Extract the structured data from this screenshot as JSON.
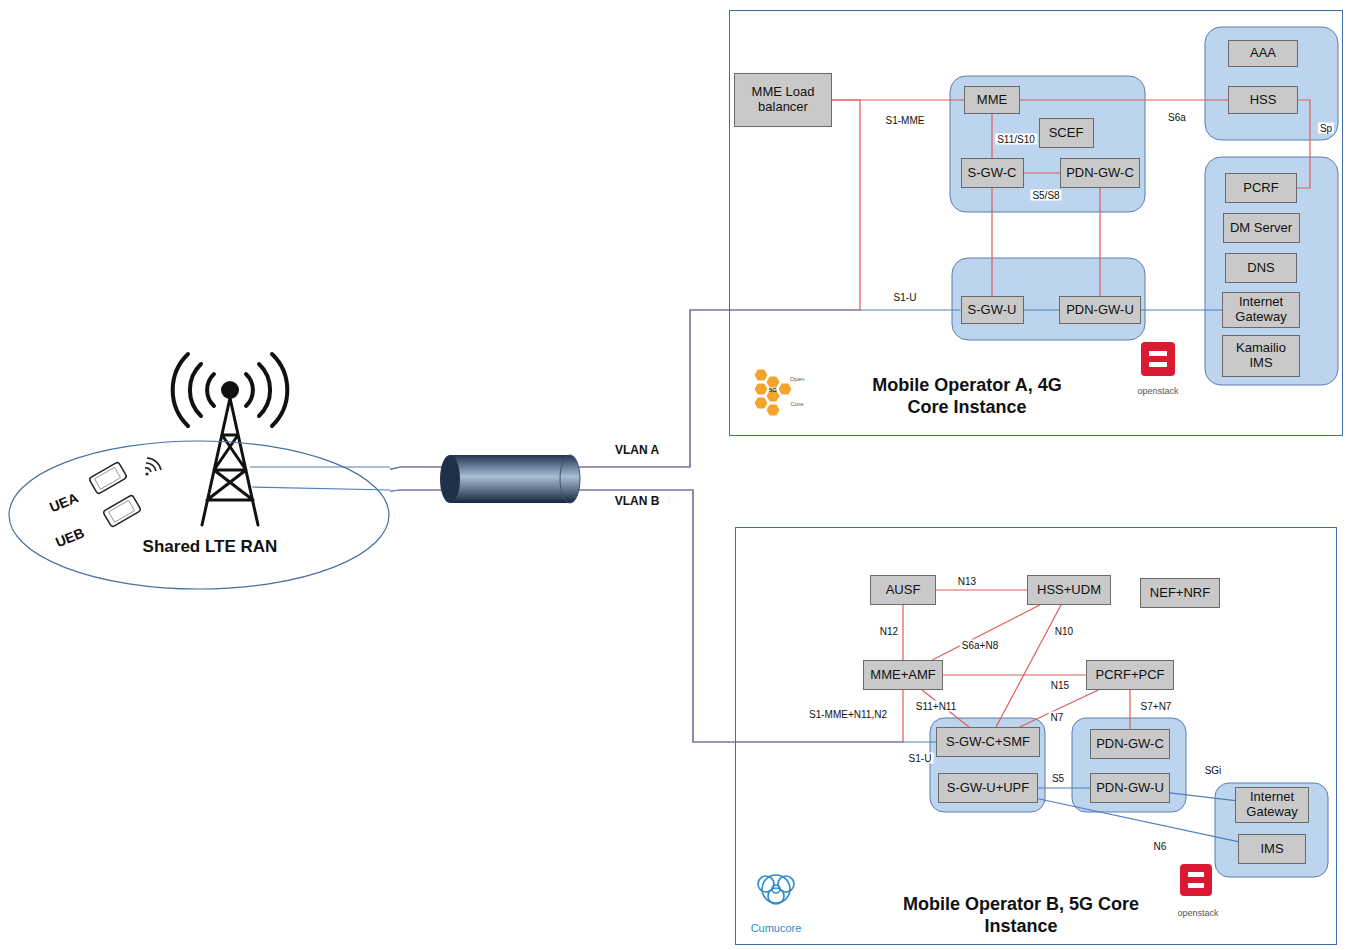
{
  "diagram": {
    "nodes": [
      {
        "text": [
          "Shared LTE RAN"
        ]
      },
      {
        "text": [
          "Mobile Operator A, 4G Core Instance"
        ]
      },
      {
        "text": [
          "MME Load balancer"
        ],
        "in": 1
      },
      {
        "text": [
          "MME"
        ],
        "in": 1
      },
      {
        "text": [
          "SCEF"
        ],
        "in": 1
      },
      {
        "text": [
          "S-GW-C"
        ],
        "in": 1
      },
      {
        "text": [
          "PDN-GW-C"
        ],
        "in": 1
      },
      {
        "text": [
          "AAA"
        ],
        "in": 1
      },
      {
        "text": [
          "HSS"
        ],
        "in": 1
      },
      {
        "text": [
          "PCRF"
        ],
        "in": 1
      },
      {
        "text": [
          "DM Server"
        ],
        "in": 1
      },
      {
        "text": [
          "DNS"
        ],
        "in": 1
      },
      {
        "text": [
          "S-GW-U"
        ],
        "in": 1
      },
      {
        "text": [
          "PDN-GW-U"
        ],
        "in": 1
      },
      {
        "text": [
          "Internet Gateway"
        ],
        "in": 1
      },
      {
        "text": [
          "Kamailio IMS"
        ],
        "in": 1
      },
      {
        "text": [
          "Mobile Operator B, 5G Core Instance"
        ]
      },
      {
        "text": [
          "AUSF"
        ],
        "in": 16
      },
      {
        "text": [
          "HSS+UDM"
        ],
        "in": 16
      },
      {
        "text": [
          "NEF+NRF"
        ],
        "in": 16
      },
      {
        "text": [
          "MME+AMF"
        ],
        "in": 16
      },
      {
        "text": [
          "PCRF+PCF"
        ],
        "in": 16
      },
      {
        "text": [
          "S-GW-C+SMF"
        ],
        "in": 16
      },
      {
        "text": [
          "PDN-GW-C"
        ],
        "in": 16
      },
      {
        "text": [
          "S-GW-U+UPF"
        ],
        "in": 16
      },
      {
        "text": [
          "PDN-GW-U"
        ],
        "in": 16
      },
      {
        "text": [
          "Internet Gateway"
        ],
        "in": 16
      },
      {
        "text": [
          "IMS"
        ],
        "in": 16
      }
    ],
    "edges": [
      {
        "from": 0,
        "to": 2,
        "arrow": "none"
      },
      {
        "from": 0,
        "to": 12,
        "label": "S1-U",
        "arrow": "none"
      },
      {
        "from": 2,
        "to": 3,
        "label": "S1-MME",
        "arrow": "none"
      },
      {
        "from": 3,
        "to": 8,
        "label": "S6a",
        "arrow": "none"
      },
      {
        "from": 3,
        "to": 5,
        "label": "S11/S10",
        "arrow": "none"
      },
      {
        "from": 5,
        "to": 6,
        "label": "S5/S8",
        "arrow": "none"
      },
      {
        "from": 5,
        "to": 12,
        "arrow": "none"
      },
      {
        "from": 6,
        "to": 13,
        "arrow": "none"
      },
      {
        "from": 12,
        "to": 13,
        "arrow": "none"
      },
      {
        "from": 13,
        "to": 14,
        "arrow": "none"
      },
      {
        "from": 8,
        "to": 9,
        "label": "Sp",
        "arrow": "none"
      },
      {
        "from": 0,
        "to": 20,
        "label": "S1-MME+N11,N2",
        "arrow": "none"
      },
      {
        "from": 0,
        "to": 22,
        "label": "S1-U",
        "arrow": "none"
      },
      {
        "from": 17,
        "to": 18,
        "label": "N13",
        "arrow": "none"
      },
      {
        "from": 17,
        "to": 20,
        "label": "N12",
        "arrow": "none"
      },
      {
        "from": 20,
        "to": 18,
        "label": "S6a+N8",
        "arrow": "none"
      },
      {
        "from": 18,
        "to": 22,
        "label": "N10",
        "arrow": "none"
      },
      {
        "from": 20,
        "to": 21,
        "label": "N15",
        "arrow": "none"
      },
      {
        "from": 20,
        "to": 22,
        "label": "S11+N11",
        "arrow": "none"
      },
      {
        "from": 21,
        "to": 22,
        "label": "N7",
        "arrow": "none"
      },
      {
        "from": 21,
        "to": 23,
        "label": "S7+N7",
        "arrow": "none"
      },
      {
        "from": 24,
        "to": 25,
        "label": "S5",
        "arrow": "none"
      },
      {
        "from": 25,
        "to": 26,
        "label": "SGi",
        "arrow": "none"
      },
      {
        "from": 24,
        "to": 27,
        "label": "N6",
        "arrow": "none"
      }
    ],
    "labels": [
      "VLAN A",
      "VLAN B",
      "UEA",
      "UEB",
      "Open",
      "5G",
      "Core",
      "openstack",
      "Cumucore",
      "openstack"
    ]
  }
}
